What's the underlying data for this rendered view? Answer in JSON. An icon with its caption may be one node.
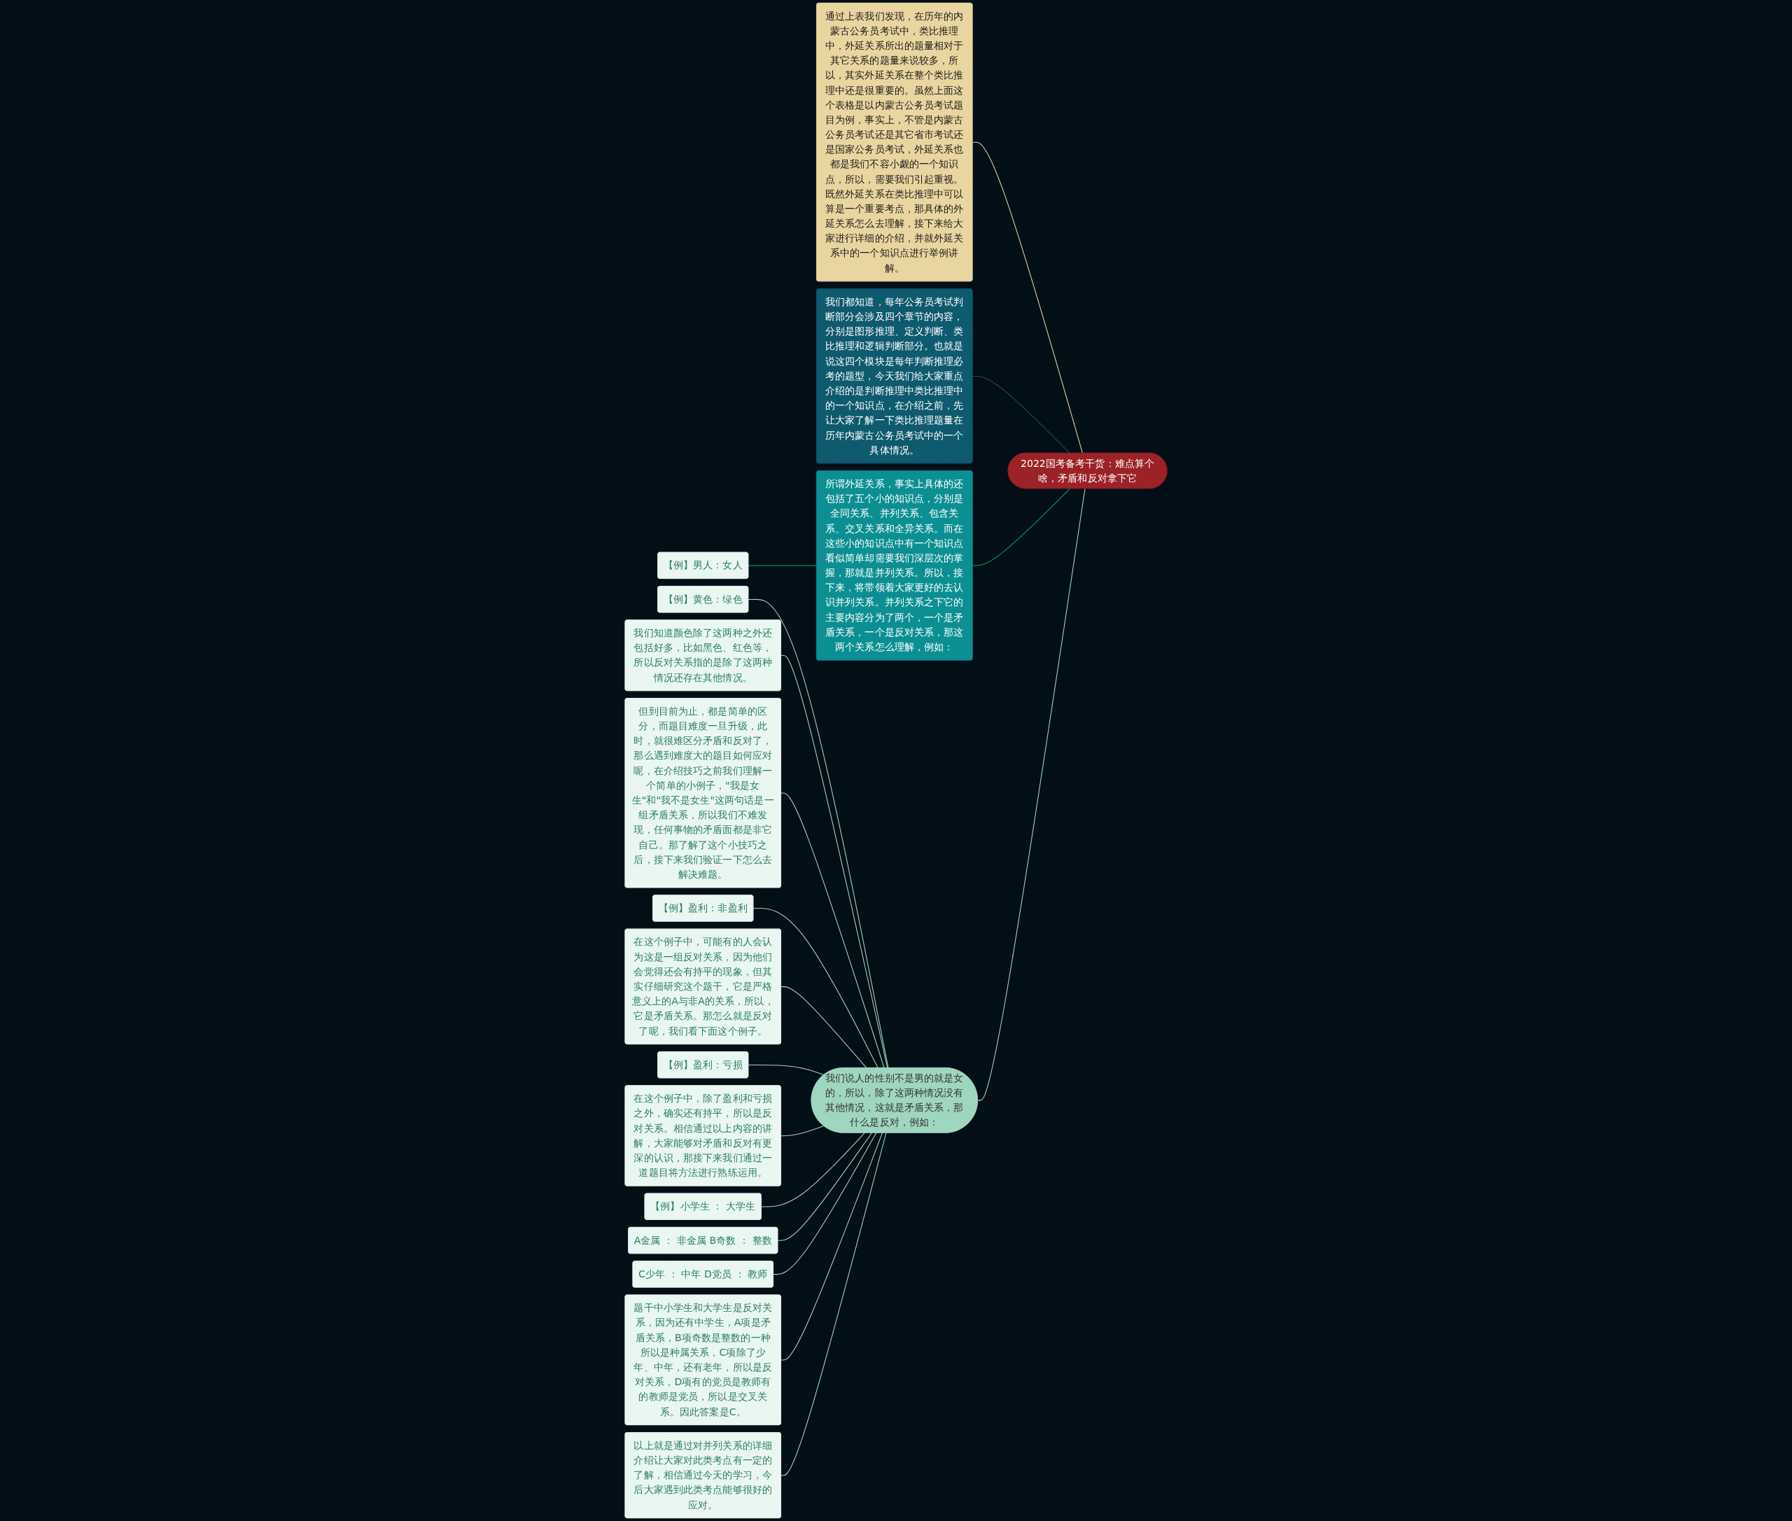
{
  "diagram": {
    "nodes": [
      {
        "text": [
          "2022国考备考干货：难点算个啥，矛盾和反对拿下它"
        ]
      },
      {
        "text": [
          "通过上表我们发现，在历年的内蒙古公务员考试中，类比推理中，外延关系所出的题量相对于其它关系的题量来说较多，所以，其实外延关系在整个类比推理中还是很重要的。虽然上面这个表格是以内蒙古公务员考试题目为例，事实上，不管是内蒙古公务员考试还是其它省市考试还是国家公务员考试，外延关系也都是我们不容小觑的一个知识点，所以，需要我们引起重视。既然外延关系在类比推理中可以算是一个重要考点，那具体的外延关系怎么去理解，接下来给大家进行详细的介绍，并就外延关系中的一个知识点进行举例讲解。"
        ]
      },
      {
        "text": [
          "我们都知道，每年公务员考试判断部分会涉及四个章节的内容，分别是图形推理、定义判断、类比推理和逻辑判断部分。也就是说这四个模块是每年判断推理必考的题型，今天我们给大家重点介绍的是判断推理中类比推理中的一个知识点，在介绍之前，先让大家了解一下类比推理题量在历年内蒙古公务员考试中的一个具体情况。"
        ]
      },
      {
        "text": [
          "所谓外延关系，事实上具体的还包括了五个小的知识点，分别是全同关系、并列关系、包含关系、交叉关系和全异关系。而在这些小的知识点中有一个知识点看似简单却需要我们深层次的掌握，那就是并列关系。所以，接下来，将带领着大家更好的去认识并列关系。并列关系之下它的主要内容分为了两个，一个是矛盾关系，一个是反对关系，那这两个关系怎么理解，例如："
        ]
      },
      {
        "text": [
          "【例】男人：女人"
        ]
      },
      {
        "text": [
          "我们说人的性别不是男的就是女的，所以，除了这两种情况没有其他情况，这就是矛盾关系，那什么是反对，例如："
        ]
      },
      {
        "text": [
          "【例】黄色：绿色"
        ]
      },
      {
        "text": [
          "我们知道颜色除了这两种之外还包括好多，比如黑色、红色等，所以反对关系指的是除了这两种情况还存在其他情况。"
        ]
      },
      {
        "text": [
          "但到目前为止，都是简单的区分，而题目难度一旦升级，此时，就很难区分矛盾和反对了，那么遇到难度大的题目如何应对呢，在介绍技巧之前我们理解一个简单的小例子，\"我是女生\"和\"我不是女生\"这两句话是一组矛盾关系，所以我们不难发现，任何事物的矛盾面都是非它自己。那了解了这个小技巧之后，接下来我们验证一下怎么去解决难题。"
        ]
      },
      {
        "text": [
          "【例】盈利：非盈利"
        ]
      },
      {
        "text": [
          "在这个例子中，可能有的人会认为这是一组反对关系，因为他们会觉得还会有持平的现象，但其实仔细研究这个题干，它是严格意义上的A与非A的关系，所以，它是矛盾关系。那怎么就是反对了呢，我们看下面这个例子。"
        ]
      },
      {
        "text": [
          "【例】盈利：亏损"
        ]
      },
      {
        "text": [
          "在这个例子中，除了盈利和亏损之外，确实还有持平，所以是反对关系。相信通过以上内容的讲解，大家能够对矛盾和反对有更深的认识，那接下来我们通过一道题目将方法进行熟练运用。"
        ]
      },
      {
        "text": [
          "【例】小学生 ： 大学生"
        ]
      },
      {
        "text": [
          "A金属 ： 非金属 B奇数 ： 整数"
        ]
      },
      {
        "text": [
          "C少年 ： 中年 D党员 ： 教师"
        ]
      },
      {
        "text": [
          "题干中小学生和大学生是反对关系，因为还有中学生，A项是矛盾关系，B项奇数是整数的一种所以是种属关系，C项除了少年、中年，还有老年，所以是反对关系，D项有的党员是教师有的教师是党员，所以是交叉关系。因此答案是C。"
        ]
      },
      {
        "text": [
          "以上就是通过对并列关系的详细介绍让大家对此类考点有一定的了解，相信通过今天的学习，今后大家遇到此类考点能够很好的应对。"
        ]
      }
    ],
    "edges": [
      {
        "from": 0,
        "to": 1,
        "arrow": "none",
        "color": "#e8d5a0"
      },
      {
        "from": 0,
        "to": 2,
        "arrow": "none",
        "color": "#0e5a6e"
      },
      {
        "from": 0,
        "to": 3,
        "arrow": "none",
        "color": "#0c8f93"
      },
      {
        "from": 3,
        "to": 4,
        "arrow": "none",
        "color": "#0c8f93"
      },
      {
        "from": 0,
        "to": 5,
        "arrow": "none"
      },
      {
        "from": 5,
        "to": 6,
        "arrow": "none"
      },
      {
        "from": 5,
        "to": 7,
        "arrow": "none"
      },
      {
        "from": 5,
        "to": 8,
        "arrow": "none"
      },
      {
        "from": 5,
        "to": 9,
        "arrow": "none"
      },
      {
        "from": 5,
        "to": 10,
        "arrow": "none"
      },
      {
        "from": 5,
        "to": 11,
        "arrow": "none"
      },
      {
        "from": 5,
        "to": 12,
        "arrow": "none"
      },
      {
        "from": 5,
        "to": 13,
        "arrow": "none"
      },
      {
        "from": 5,
        "to": 14,
        "arrow": "none"
      },
      {
        "from": 5,
        "to": 15,
        "arrow": "none"
      },
      {
        "from": 5,
        "to": 16,
        "arrow": "none"
      },
      {
        "from": 5,
        "to": 17,
        "arrow": "none"
      }
    ]
  }
}
